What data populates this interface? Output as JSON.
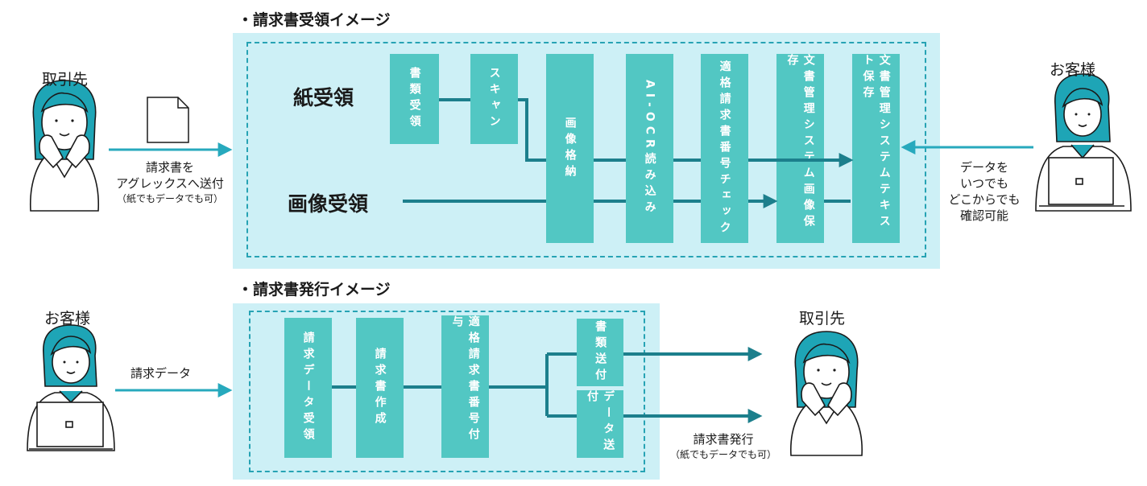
{
  "section1": {
    "title": "・請求書受領イメージ",
    "left_party": "取引先",
    "right_party": "お客様",
    "send_label_1": "請求書を",
    "send_label_2": "アグレックスへ送付",
    "send_label_3": "（紙でもデータでも可）",
    "right_label_1": "データを",
    "right_label_2": "いつでも",
    "right_label_3": "どこからでも",
    "right_label_4": "確認可能",
    "paper_label": "紙受領",
    "image_label": "画像受領",
    "boxes": {
      "receive_docs": "書類受領",
      "scan": "スキャン",
      "image_store": "画像格納",
      "ai_ocr": "AI-OCR読み込み",
      "invoice_check": "適格請求書番号チェック",
      "doc_image": "文書管理システム画像保存",
      "doc_text": "文書管理システムテキスト保存"
    }
  },
  "section2": {
    "title": "・請求書発行イメージ",
    "left_party": "お客様",
    "right_party": "取引先",
    "data_label": "請求データ",
    "issue_label_1": "請求書発行",
    "issue_label_2": "（紙でもデータでも可）",
    "boxes": {
      "receive_data": "請求データ受領",
      "create": "請求書作成",
      "number": "適格請求書番号付与",
      "send_docs": "書類送付",
      "send_data": "データ送付"
    }
  },
  "colors": {
    "panel": "#cdf0f6",
    "box": "#52c7c3",
    "arrow": "#1c7f8c",
    "light_arrow": "#27a9bd",
    "hair": "#1ea5b6"
  }
}
